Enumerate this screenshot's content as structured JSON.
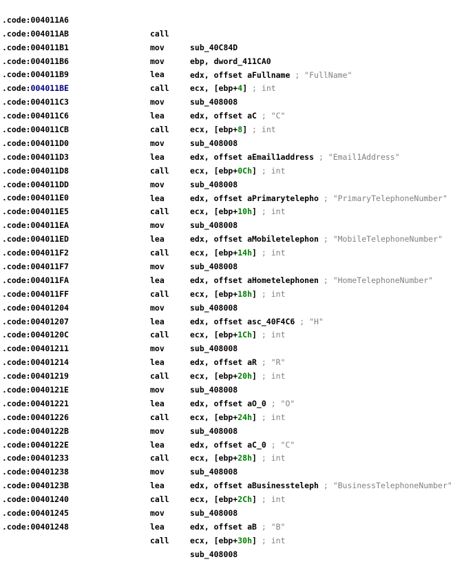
{
  "colors": {
    "background": "#ffffff",
    "text": "#000000",
    "highlighted_address": "#000080",
    "immediate_number": "#008000",
    "comment": "#808080"
  },
  "lines": [
    {
      "segment": ".code:",
      "address": "004011A6",
      "mnemonic": "call",
      "op_pre": "sub_40C84D",
      "op_num": "",
      "op_post": "",
      "comment": ""
    },
    {
      "segment": ".code:",
      "address": "004011AB",
      "mnemonic": "mov",
      "op_pre": "ebp, dword_411CA0",
      "op_num": "",
      "op_post": "",
      "comment": ""
    },
    {
      "segment": ".code:",
      "address": "004011B1",
      "mnemonic": "mov",
      "op_pre": "edx, offset aFullname",
      "op_num": "",
      "op_post": "",
      "comment": "; \"FullName\""
    },
    {
      "segment": ".code:",
      "address": "004011B6",
      "mnemonic": "lea",
      "op_pre": "ecx, [ebp+",
      "op_num": "4",
      "op_post": "]",
      "comment": "; int"
    },
    {
      "segment": ".code:",
      "address": "004011B9",
      "mnemonic": "call",
      "op_pre": "sub_408008",
      "op_num": "",
      "op_post": "",
      "comment": ""
    },
    {
      "segment": ".code:",
      "address": "004011BE",
      "mnemonic": "mov",
      "op_pre": "edx, offset aC",
      "op_num": "",
      "op_post": "",
      "comment": "; \"C\"",
      "highlight": true
    },
    {
      "segment": ".code:",
      "address": "004011C3",
      "mnemonic": "lea",
      "op_pre": "ecx, [ebp+",
      "op_num": "8",
      "op_post": "]",
      "comment": "; int"
    },
    {
      "segment": ".code:",
      "address": "004011C6",
      "mnemonic": "call",
      "op_pre": "sub_408008",
      "op_num": "",
      "op_post": "",
      "comment": ""
    },
    {
      "segment": ".code:",
      "address": "004011CB",
      "mnemonic": "mov",
      "op_pre": "edx, offset aEmail1address",
      "op_num": "",
      "op_post": "",
      "comment": "; \"Email1Address\""
    },
    {
      "segment": ".code:",
      "address": "004011D0",
      "mnemonic": "lea",
      "op_pre": "ecx, [ebp+",
      "op_num": "0Ch",
      "op_post": "]",
      "comment": "; int"
    },
    {
      "segment": ".code:",
      "address": "004011D3",
      "mnemonic": "call",
      "op_pre": "sub_408008",
      "op_num": "",
      "op_post": "",
      "comment": ""
    },
    {
      "segment": ".code:",
      "address": "004011D8",
      "mnemonic": "mov",
      "op_pre": "edx, offset aPrimarytelepho",
      "op_num": "",
      "op_post": "",
      "comment": "; \"PrimaryTelephoneNumber\""
    },
    {
      "segment": ".code:",
      "address": "004011DD",
      "mnemonic": "lea",
      "op_pre": "ecx, [ebp+",
      "op_num": "10h",
      "op_post": "]",
      "comment": "; int"
    },
    {
      "segment": ".code:",
      "address": "004011E0",
      "mnemonic": "call",
      "op_pre": "sub_408008",
      "op_num": "",
      "op_post": "",
      "comment": ""
    },
    {
      "segment": ".code:",
      "address": "004011E5",
      "mnemonic": "mov",
      "op_pre": "edx, offset aMobiletelephon",
      "op_num": "",
      "op_post": "",
      "comment": "; \"MobileTelephoneNumber\""
    },
    {
      "segment": ".code:",
      "address": "004011EA",
      "mnemonic": "lea",
      "op_pre": "ecx, [ebp+",
      "op_num": "14h",
      "op_post": "]",
      "comment": "; int"
    },
    {
      "segment": ".code:",
      "address": "004011ED",
      "mnemonic": "call",
      "op_pre": "sub_408008",
      "op_num": "",
      "op_post": "",
      "comment": ""
    },
    {
      "segment": ".code:",
      "address": "004011F2",
      "mnemonic": "mov",
      "op_pre": "edx, offset aHometelephonen",
      "op_num": "",
      "op_post": "",
      "comment": "; \"HomeTelephoneNumber\""
    },
    {
      "segment": ".code:",
      "address": "004011F7",
      "mnemonic": "lea",
      "op_pre": "ecx, [ebp+",
      "op_num": "18h",
      "op_post": "]",
      "comment": "; int"
    },
    {
      "segment": ".code:",
      "address": "004011FA",
      "mnemonic": "call",
      "op_pre": "sub_408008",
      "op_num": "",
      "op_post": "",
      "comment": ""
    },
    {
      "segment": ".code:",
      "address": "004011FF",
      "mnemonic": "mov",
      "op_pre": "edx, offset asc_40F4C6",
      "op_num": "",
      "op_post": "",
      "comment": "; \"H\""
    },
    {
      "segment": ".code:",
      "address": "00401204",
      "mnemonic": "lea",
      "op_pre": "ecx, [ebp+",
      "op_num": "1Ch",
      "op_post": "]",
      "comment": "; int"
    },
    {
      "segment": ".code:",
      "address": "00401207",
      "mnemonic": "call",
      "op_pre": "sub_408008",
      "op_num": "",
      "op_post": "",
      "comment": ""
    },
    {
      "segment": ".code:",
      "address": "0040120C",
      "mnemonic": "mov",
      "op_pre": "edx, offset aR",
      "op_num": "",
      "op_post": "",
      "comment": "; \"R\""
    },
    {
      "segment": ".code:",
      "address": "00401211",
      "mnemonic": "lea",
      "op_pre": "ecx, [ebp+",
      "op_num": "20h",
      "op_post": "]",
      "comment": "; int"
    },
    {
      "segment": ".code:",
      "address": "00401214",
      "mnemonic": "call",
      "op_pre": "sub_408008",
      "op_num": "",
      "op_post": "",
      "comment": ""
    },
    {
      "segment": ".code:",
      "address": "00401219",
      "mnemonic": "mov",
      "op_pre": "edx, offset aO_0",
      "op_num": "",
      "op_post": "",
      "comment": "; \"O\""
    },
    {
      "segment": ".code:",
      "address": "0040121E",
      "mnemonic": "lea",
      "op_pre": "ecx, [ebp+",
      "op_num": "24h",
      "op_post": "]",
      "comment": "; int"
    },
    {
      "segment": ".code:",
      "address": "00401221",
      "mnemonic": "call",
      "op_pre": "sub_408008",
      "op_num": "",
      "op_post": "",
      "comment": ""
    },
    {
      "segment": ".code:",
      "address": "00401226",
      "mnemonic": "mov",
      "op_pre": "edx, offset aC_0",
      "op_num": "",
      "op_post": "",
      "comment": "; \"C\""
    },
    {
      "segment": ".code:",
      "address": "0040122B",
      "mnemonic": "lea",
      "op_pre": "ecx, [ebp+",
      "op_num": "28h",
      "op_post": "]",
      "comment": "; int"
    },
    {
      "segment": ".code:",
      "address": "0040122E",
      "mnemonic": "call",
      "op_pre": "sub_408008",
      "op_num": "",
      "op_post": "",
      "comment": ""
    },
    {
      "segment": ".code:",
      "address": "00401233",
      "mnemonic": "mov",
      "op_pre": "edx, offset aBusinessteleph",
      "op_num": "",
      "op_post": "",
      "comment": "; \"BusinessTelephoneNumber\""
    },
    {
      "segment": ".code:",
      "address": "00401238",
      "mnemonic": "lea",
      "op_pre": "ecx, [ebp+",
      "op_num": "2Ch",
      "op_post": "]",
      "comment": "; int"
    },
    {
      "segment": ".code:",
      "address": "0040123B",
      "mnemonic": "call",
      "op_pre": "sub_408008",
      "op_num": "",
      "op_post": "",
      "comment": ""
    },
    {
      "segment": ".code:",
      "address": "00401240",
      "mnemonic": "mov",
      "op_pre": "edx, offset aB",
      "op_num": "",
      "op_post": "",
      "comment": "; \"B\""
    },
    {
      "segment": ".code:",
      "address": "00401245",
      "mnemonic": "lea",
      "op_pre": "ecx, [ebp+",
      "op_num": "30h",
      "op_post": "]",
      "comment": "; int"
    },
    {
      "segment": ".code:",
      "address": "00401248",
      "mnemonic": "call",
      "op_pre": "sub_408008",
      "op_num": "",
      "op_post": "",
      "comment": ""
    }
  ]
}
